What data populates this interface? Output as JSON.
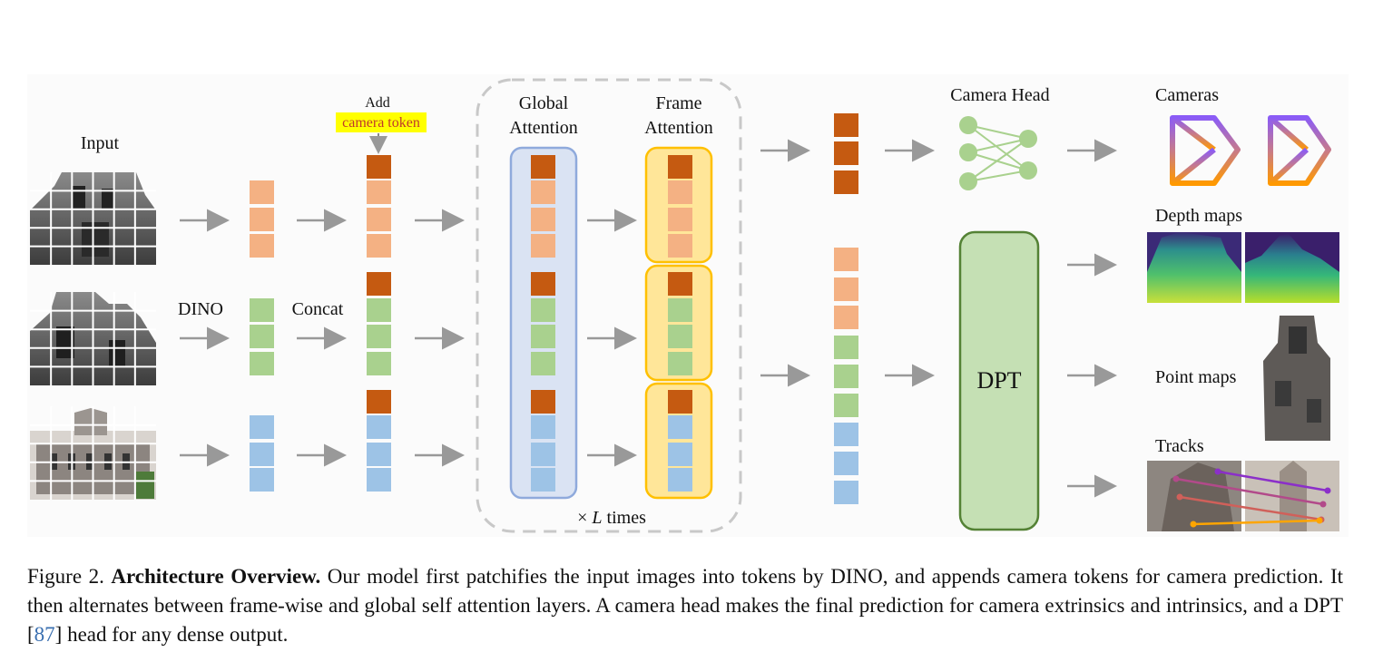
{
  "labels": {
    "input": "Input",
    "dino": "DINO",
    "concat": "Concat",
    "add": "Add",
    "camera_token": "camera token",
    "global_attention_1": "Global",
    "global_attention_2": "Attention",
    "frame_attention_1": "Frame",
    "frame_attention_2": "Attention",
    "times_prefix": "×",
    "times_var": "L",
    "times_suffix": "times",
    "camera_head": "Camera Head",
    "dpt": "DPT",
    "cameras": "Cameras",
    "depth_maps": "Depth maps",
    "point_maps": "Point maps",
    "tracks": "Tracks"
  },
  "caption": {
    "prefix": "Figure 2.",
    "bold": "Architecture Overview.",
    "text1": "Our model first patchifies the input images into tokens by DINO, and appends camera tokens for camera prediction.  It then alternates between frame-wise and global self attention layers.  A camera head makes the final prediction for camera extrinsics and intrinsics, and a DPT [",
    "cite": "87",
    "text2": "] head for any dense output."
  },
  "colors": {
    "camera_token": "#c55a11",
    "frame1_token": "#f4b183",
    "frame2_token": "#a9d18e",
    "frame3_token": "#9dc3e6",
    "arrow": "#999999",
    "highlight": "#ffff00",
    "global_box_fill": "#dae3f3",
    "global_box_stroke": "#8faadc",
    "frame_box_fill": "#ffe699",
    "frame_box_stroke": "#ffc000",
    "dpt_fill": "#c5e0b4",
    "dpt_stroke": "#548235",
    "camera_head_node": "#a9d18e",
    "camera_icon_top": "#8b5cf6",
    "camera_icon_bottom": "#ff9900"
  }
}
